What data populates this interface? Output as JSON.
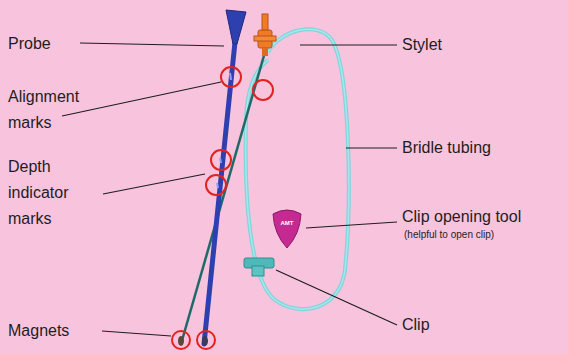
{
  "diagram": {
    "labels": [
      "Probe",
      "Alignment marks",
      "Depth indicator marks",
      "Magnets",
      "Stylet",
      "Bridle tubing",
      "Clip opening tool",
      "(helpful to open clip)",
      "Clip",
      "AMT"
    ]
  }
}
